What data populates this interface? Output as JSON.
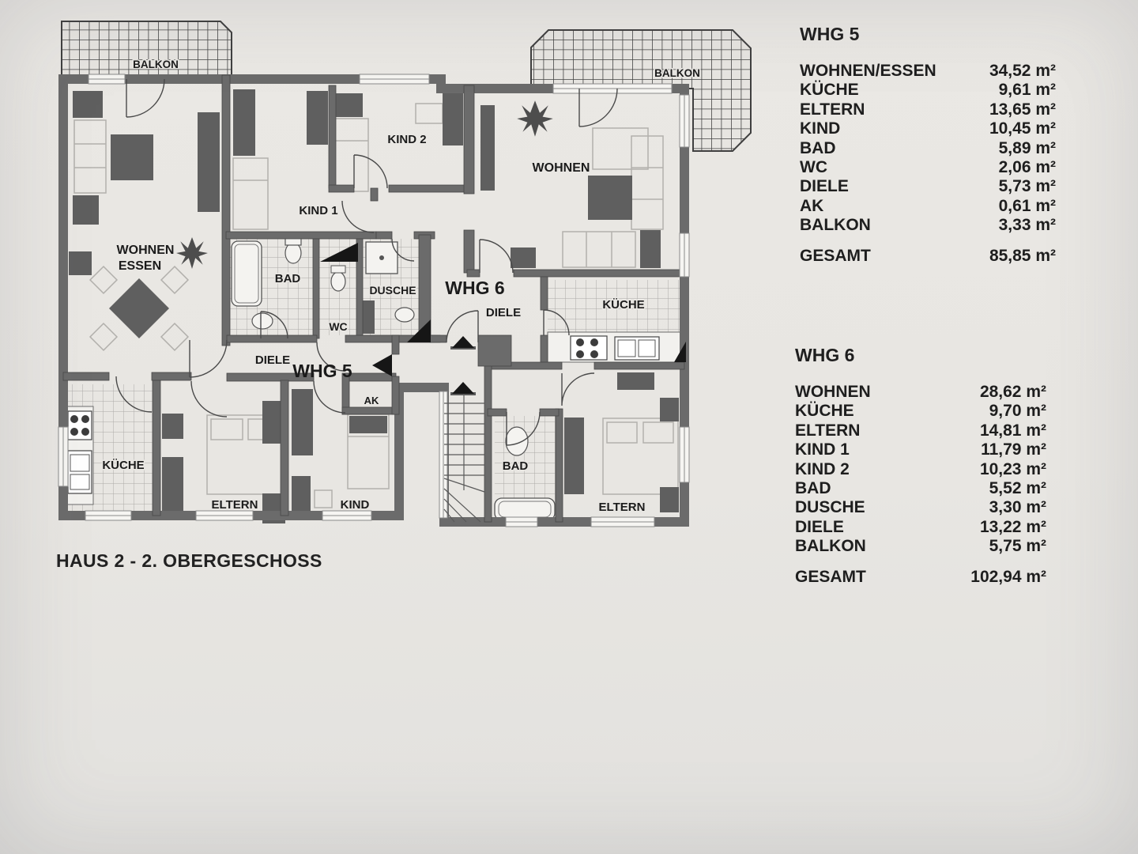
{
  "caption": "HAUS 2 - 2. OBERGESCHOSS",
  "plan": {
    "balcony_left_label": "BALKON",
    "balcony_right_label": "BALKON",
    "apartment_labels": {
      "whg5": "WHG 5",
      "whg6": "WHG 6"
    },
    "rooms": {
      "wohnen_essen_line1": "WOHNEN",
      "wohnen_essen_line2": "ESSEN",
      "kind1_whg6": "KIND 1",
      "kind2_whg6": "KIND 2",
      "wohnen_whg6": "WOHNEN",
      "bad_whg5": "BAD",
      "wc_whg5": "WC",
      "dusche_whg6": "DUSCHE",
      "diele_whg6": "DIELE",
      "kueche_whg6": "KÜCHE",
      "diele_whg5": "DIELE",
      "ak_whg5": "AK",
      "kueche_whg5": "KÜCHE",
      "eltern_whg5": "ELTERN",
      "kind_whg5": "KIND",
      "bad_whg6": "BAD",
      "eltern_whg6": "ELTERN"
    }
  },
  "tables": {
    "whg5": {
      "title": "WHG 5",
      "rows": [
        {
          "label": "WOHNEN/ESSEN",
          "value": "34,52 m²"
        },
        {
          "label": "KÜCHE",
          "value": "9,61 m²"
        },
        {
          "label": "ELTERN",
          "value": "13,65 m²"
        },
        {
          "label": "KIND",
          "value": "10,45 m²"
        },
        {
          "label": "BAD",
          "value": "5,89 m²"
        },
        {
          "label": "WC",
          "value": "2,06 m²"
        },
        {
          "label": "DIELE",
          "value": "5,73 m²"
        },
        {
          "label": "AK",
          "value": "0,61 m²"
        },
        {
          "label": "BALKON",
          "value": "3,33 m²"
        }
      ],
      "total_label": "GESAMT",
      "total_value": "85,85 m²"
    },
    "whg6": {
      "title": "WHG 6",
      "rows": [
        {
          "label": "WOHNEN",
          "value": "28,62 m²"
        },
        {
          "label": "KÜCHE",
          "value": "9,70 m²"
        },
        {
          "label": "ELTERN",
          "value": "14,81 m²"
        },
        {
          "label": "KIND 1",
          "value": "11,79 m²"
        },
        {
          "label": "KIND 2",
          "value": "10,23 m²"
        },
        {
          "label": "BAD",
          "value": "5,52 m²"
        },
        {
          "label": "DUSCHE",
          "value": "3,30 m²"
        },
        {
          "label": "DIELE",
          "value": "13,22 m²"
        },
        {
          "label": "BALKON",
          "value": "5,75 m²"
        }
      ],
      "total_label": "GESAMT",
      "total_value": "102,94 m²"
    }
  }
}
